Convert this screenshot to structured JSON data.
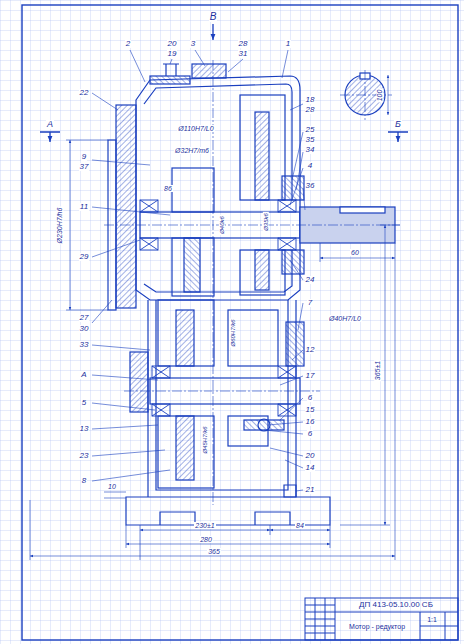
{
  "diagram": {
    "labels": [
      "В",
      "2",
      "20",
      "19",
      "3",
      "28",
      "31",
      "1",
      "22",
      "А",
      "Б",
      "18",
      "28",
      "25",
      "35",
      "34",
      "4",
      "36",
      "Ø110H7/L0",
      "Ø32H7/m6",
      "86",
      "9",
      "37",
      "11",
      "29",
      "Ø230H7/h6",
      "27",
      "30",
      "33",
      "А",
      "5",
      "13",
      "23",
      "8",
      "24",
      "7",
      "Ø40H7/L0",
      "12",
      "17",
      "6",
      "15",
      "16",
      "6",
      "20",
      "14",
      "21",
      "10",
      "Ø40k6",
      "Ø60H7/k6",
      "Ø45H7/k6",
      "Ø35k6",
      "60",
      "100",
      "365±1",
      "230±1",
      "84",
      "280",
      "365",
      "ДП 413-05.10.00 СБ",
      "Мотор - редуктор",
      "1:1"
    ]
  }
}
